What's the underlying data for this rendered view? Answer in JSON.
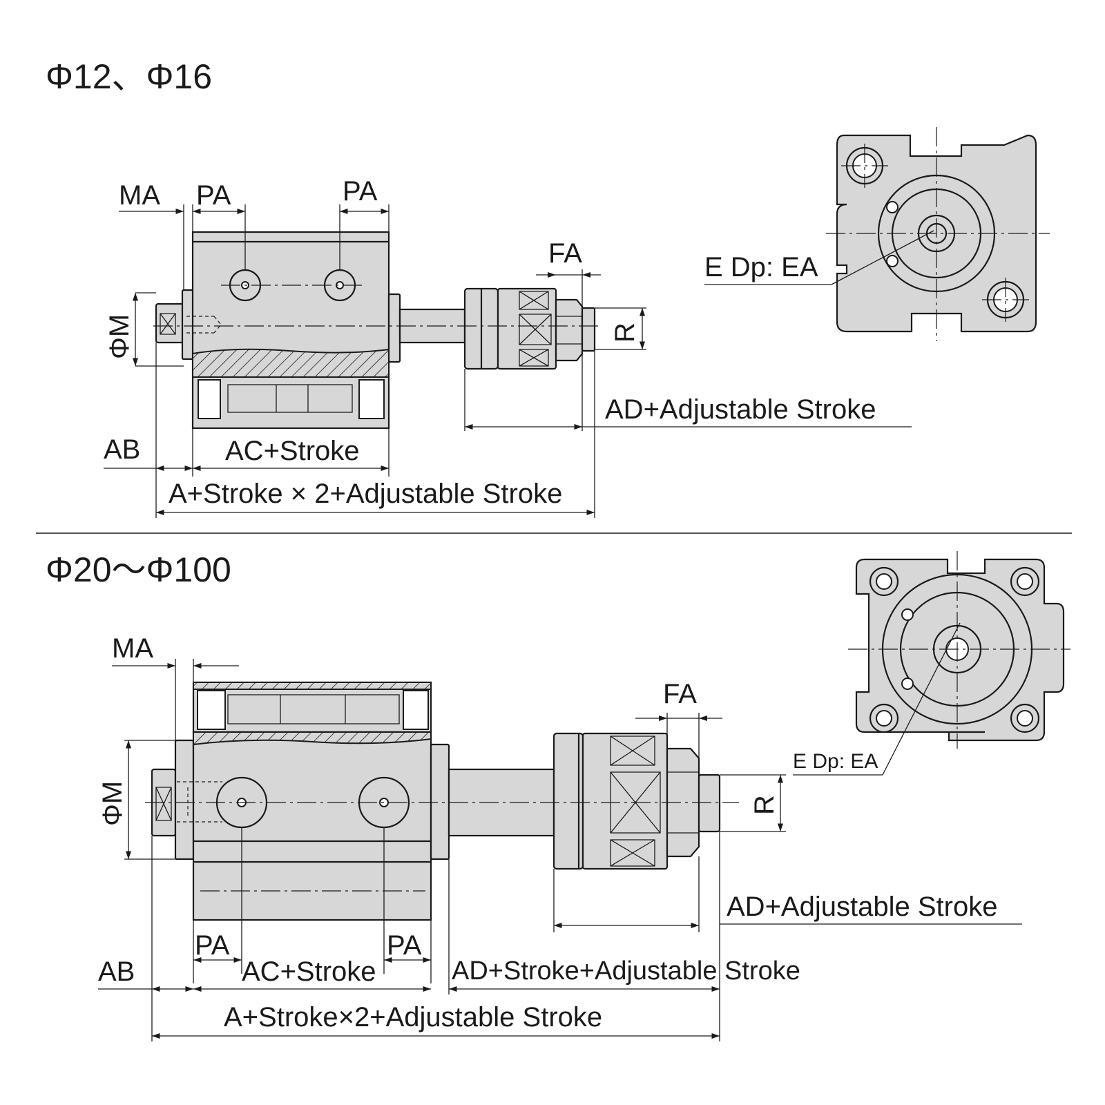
{
  "section_small": {
    "title": "Φ12、Φ16",
    "labels": {
      "ma": "MA",
      "pa_left": "PA",
      "pa_right": "PA",
      "fa": "FA",
      "phi_m": "ΦM",
      "r": "R",
      "e_dp_ea": "E Dp: EA",
      "ad_adjustable": "AD+Adjustable Stroke",
      "ab": "AB",
      "ac_stroke": "AC+Stroke",
      "a_total": "A+Stroke × 2+Adjustable Stroke"
    }
  },
  "section_large": {
    "title": "Φ20～Φ100",
    "labels": {
      "ma": "MA",
      "fa": "FA",
      "phi_m": "ΦM",
      "r": "R",
      "e_dp_ea": "E Dp: EA",
      "ad_adjustable": "AD+Adjustable Stroke",
      "pa_left": "PA",
      "pa_right": "PA",
      "ab": "AB",
      "ac_stroke": "AC+Stroke",
      "ad_stroke_adjustable": "AD+Stroke+Adjustable Stroke",
      "a_total": "A+Stroke×2+Adjustable Stroke"
    }
  }
}
